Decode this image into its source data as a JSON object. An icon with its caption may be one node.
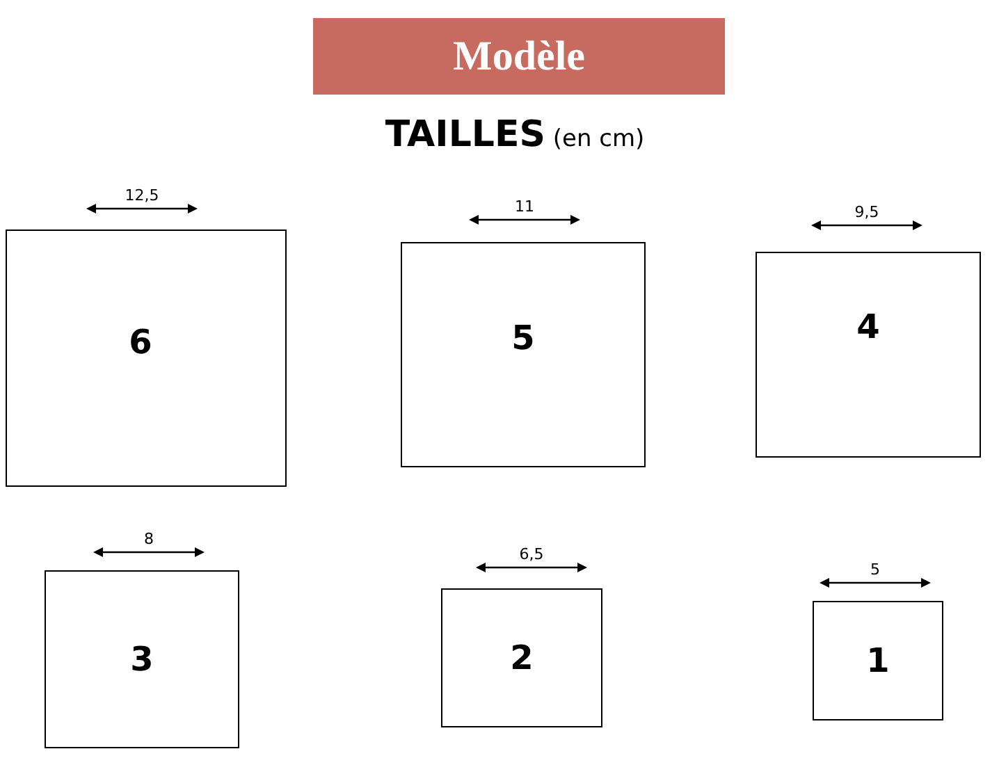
{
  "diagram": {
    "title": "Modèle",
    "nodes": [
      {
        "text": [
          "6"
        ],
        "beside": [
          "12,5"
        ]
      },
      {
        "text": [
          "5"
        ],
        "beside": [
          "11"
        ]
      },
      {
        "text": [
          "4"
        ],
        "beside": [
          "9,5"
        ]
      },
      {
        "text": [
          "3"
        ],
        "beside": [
          "8"
        ]
      },
      {
        "text": [
          "2"
        ],
        "beside": [
          "6,5"
        ]
      },
      {
        "text": [
          "1"
        ],
        "beside": [
          "5"
        ]
      }
    ],
    "labels": [
      "**TAILLES** (en cm)"
    ]
  }
}
